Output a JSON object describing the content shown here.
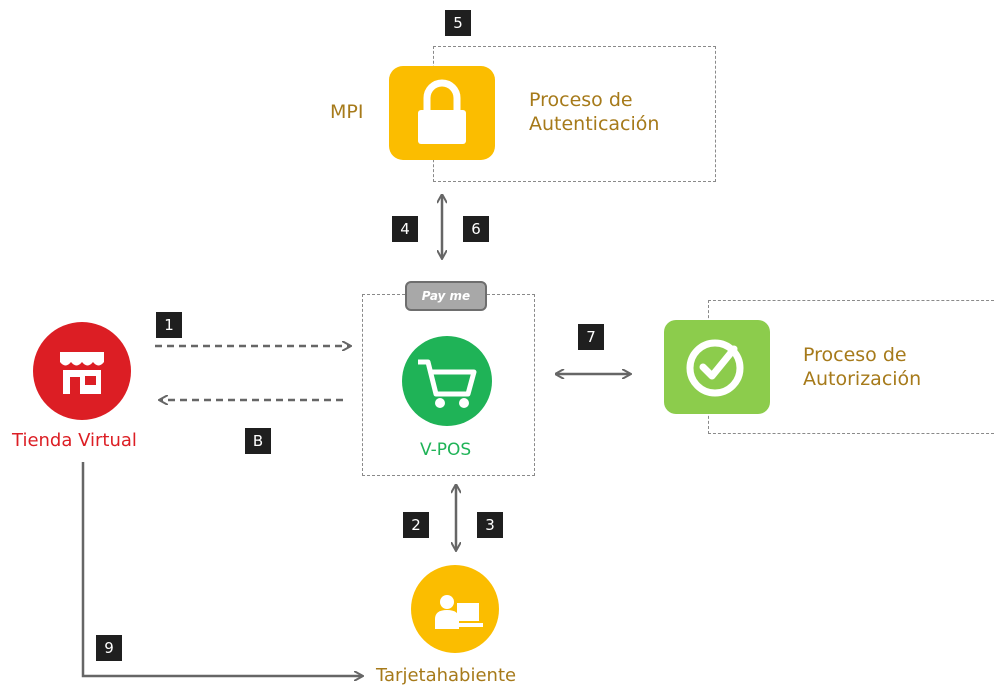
{
  "steps": [
    "1",
    "2",
    "3",
    "4",
    "5",
    "6",
    "7",
    "B",
    "9"
  ],
  "mpi": {
    "label": "MPI"
  },
  "auth": {
    "line1": "Proceso de",
    "line2": "Autenticación"
  },
  "authorization": {
    "line1": "Proceso de",
    "line2": "Autorización"
  },
  "store": {
    "label": "Tienda Virtual"
  },
  "vpos": {
    "label": "V-POS",
    "tag": "Pay me"
  },
  "cardholder": {
    "label": "Tarjetahabiente"
  },
  "colors": {
    "gold": "#fbbd00",
    "green": "#1fb357",
    "lime": "#8ccc4c",
    "red": "#dc1e24",
    "label_gold": "#a67a1a"
  }
}
